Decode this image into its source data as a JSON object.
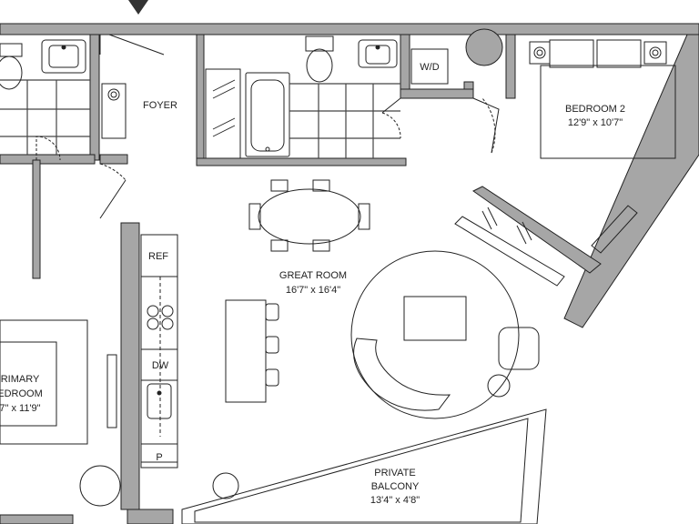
{
  "rooms": {
    "foyer": {
      "name": "FOYER"
    },
    "bedroom2": {
      "name": "BEDROOM 2",
      "dimensions": "12'9\" x 10'7\""
    },
    "great_room": {
      "name": "GREAT ROOM",
      "dimensions": "16'7\" x 16'4\""
    },
    "primary_bedroom": {
      "name": "RIMARY",
      "dimensions_partial_1": "EDROOM",
      "dimensions_partial_2": "7\" x 11'9\""
    },
    "balcony": {
      "name_1": "PRIVATE",
      "name_2": "BALCONY",
      "dimensions": "13'4\" x 4'8\""
    }
  },
  "fixtures": {
    "washer_dryer": "W/D",
    "refrigerator": "REF",
    "dishwasher": "DW",
    "pantry": "P"
  },
  "colors": {
    "wall": "#a6a6a6",
    "wall_dark": "#555555",
    "line": "#222222",
    "tile": "#444444",
    "marker": "#333333"
  }
}
